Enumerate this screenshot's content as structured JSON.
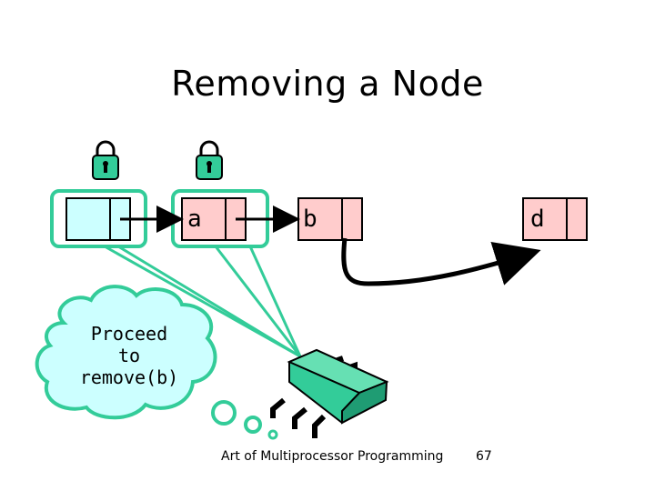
{
  "slide": {
    "title": "Removing a Node",
    "nodes": {
      "a_label": "a",
      "b_label": "b",
      "d_label": "d"
    },
    "thought_lines": [
      "Proceed",
      "to",
      "remove(b)"
    ],
    "footer": {
      "text": "Art of Multiprocessor Programming",
      "page_number": "67"
    }
  },
  "colors": {
    "lock_and_thread": "#33cc99",
    "node_fill_head": "#ccffff",
    "node_fill_list": "#ffcccc",
    "pointer": "#000000"
  }
}
